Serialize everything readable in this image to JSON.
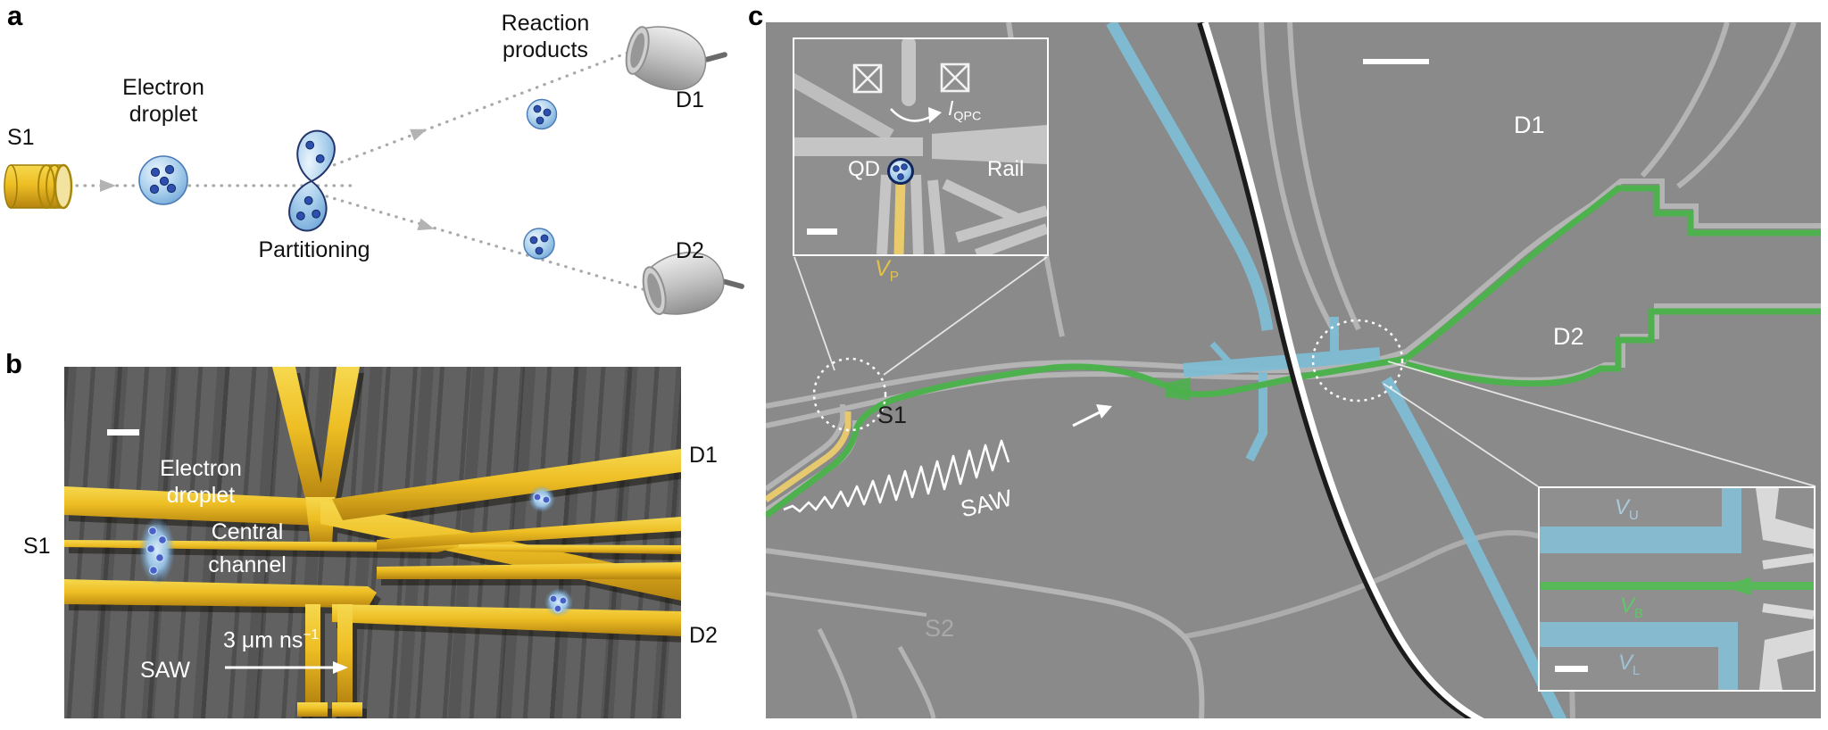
{
  "panels": {
    "a": "a",
    "b": "b",
    "c": "c"
  },
  "panel_a": {
    "source": "S1",
    "droplet_line1": "Electron",
    "droplet_line2": "droplet",
    "partitioning": "Partitioning",
    "products_line1": "Reaction",
    "products_line2": "products",
    "detector1": "D1",
    "detector2": "D2"
  },
  "panel_b": {
    "source": "S1",
    "detector1": "D1",
    "detector2": "D2",
    "droplet_line1": "Electron",
    "droplet_line2": "droplet",
    "channel_line1": "Central",
    "channel_line2": "channel",
    "saw": "SAW",
    "speed_value": "3 μm ns",
    "speed_exponent": "−1"
  },
  "panel_c": {
    "source1": "S1",
    "source2": "S2",
    "detector1": "D1",
    "detector2": "D2",
    "saw": "SAW",
    "qpc_inset": {
      "qd": "QD",
      "rail": "Rail",
      "current_symbol": "I",
      "current_subscript": "QPC",
      "plunger_symbol": "V",
      "plunger_subscript": "P"
    },
    "gate_inset": {
      "upper_symbol": "V",
      "upper_subscript": "U",
      "barrier_symbol": "V",
      "barrier_subscript": "B",
      "lower_symbol": "V",
      "lower_subscript": "L"
    }
  },
  "colors": {
    "electrode_gold": "#c9a13b",
    "channel_green": "#4db14d",
    "gate_blue": "#7fbdd4",
    "plunger_yellow": "#e6c96f",
    "droplet_blue": "#8fc4ea",
    "sem_gray": "#8a8a8a"
  }
}
